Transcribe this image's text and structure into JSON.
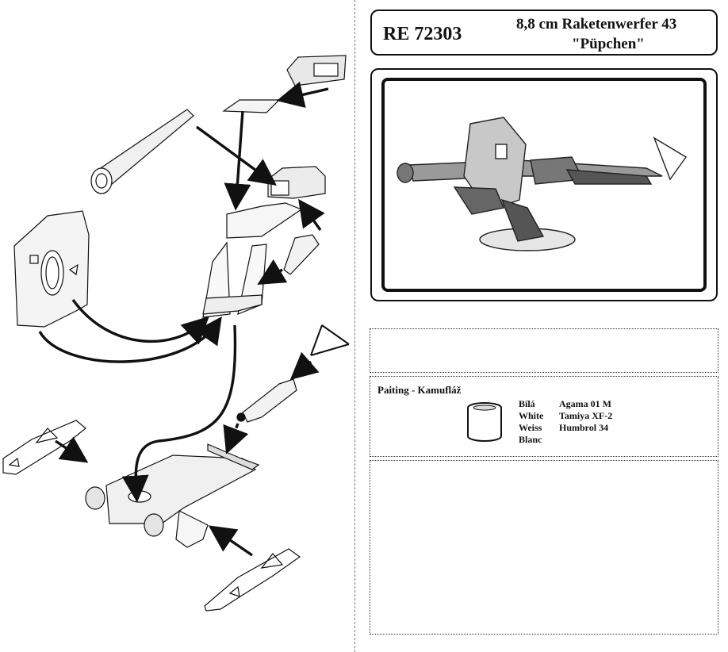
{
  "header": {
    "kit_code": "RE 72303",
    "kit_name_line1": "8,8 cm Raketenwerfer  43",
    "kit_name_line2": "\"Püpchen\""
  },
  "painting": {
    "title": "Paiting - Kamufláž",
    "color_names": [
      "Bílá",
      "White",
      "Weiss",
      "Blanc"
    ],
    "paint_codes": [
      "Agama 01 M",
      "Tamiya XF-2",
      "Humbrol 34"
    ]
  }
}
